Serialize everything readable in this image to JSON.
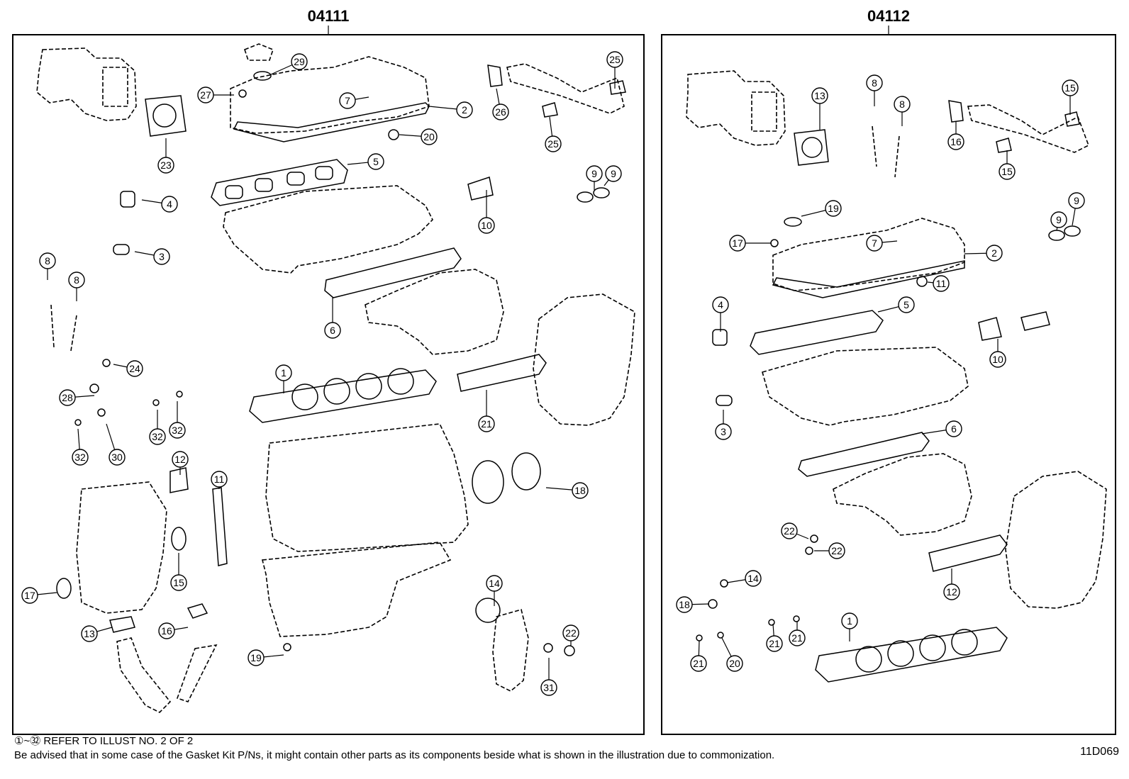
{
  "panels": [
    {
      "kit_code": "04111"
    },
    {
      "kit_code": "04112"
    }
  ],
  "callouts_left": [
    "29",
    "27",
    "7",
    "2",
    "20",
    "26",
    "25",
    "25",
    "23",
    "5",
    "4",
    "10",
    "9",
    "9",
    "3",
    "8",
    "8",
    "6",
    "24",
    "1",
    "28",
    "32",
    "32",
    "30",
    "32",
    "21",
    "12",
    "11",
    "18",
    "15",
    "17",
    "16",
    "13",
    "14",
    "19",
    "22",
    "31"
  ],
  "callouts_right": [
    "8",
    "8",
    "13",
    "15",
    "16",
    "15",
    "19",
    "17",
    "7",
    "2",
    "9",
    "9",
    "11",
    "4",
    "5",
    "10",
    "3",
    "6",
    "22",
    "22",
    "12",
    "14",
    "18",
    "21",
    "21",
    "21",
    "20",
    "1"
  ],
  "footer": {
    "refer": "①~㉜ REFER TO ILLUST NO. 2 OF 2",
    "notice": "Be advised that in some case of the Gasket Kit P/Ns,  it might contain other parts as its components beside what is shown in the illustration due to commonization.",
    "drawing_id": "11D069"
  }
}
